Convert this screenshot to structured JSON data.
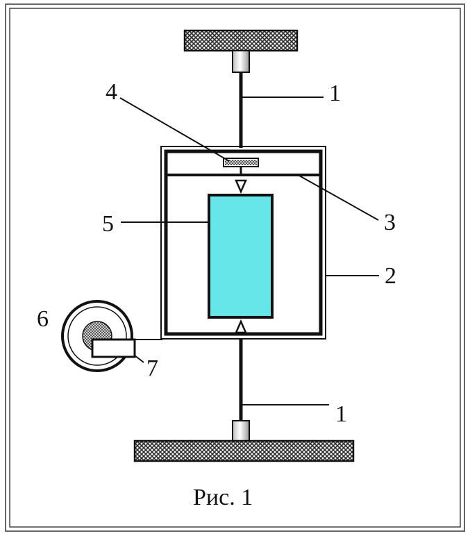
{
  "labels": {
    "l1_top": "1",
    "l1_bottom": "1",
    "l2": "2",
    "l3": "3",
    "l4": "4",
    "l5": "5",
    "l6": "6",
    "l7": "7"
  },
  "caption": "Рис. 1",
  "colors": {
    "specimen": "#66E6E8",
    "hatch": "#2b2b2b",
    "frame": "#111111"
  }
}
